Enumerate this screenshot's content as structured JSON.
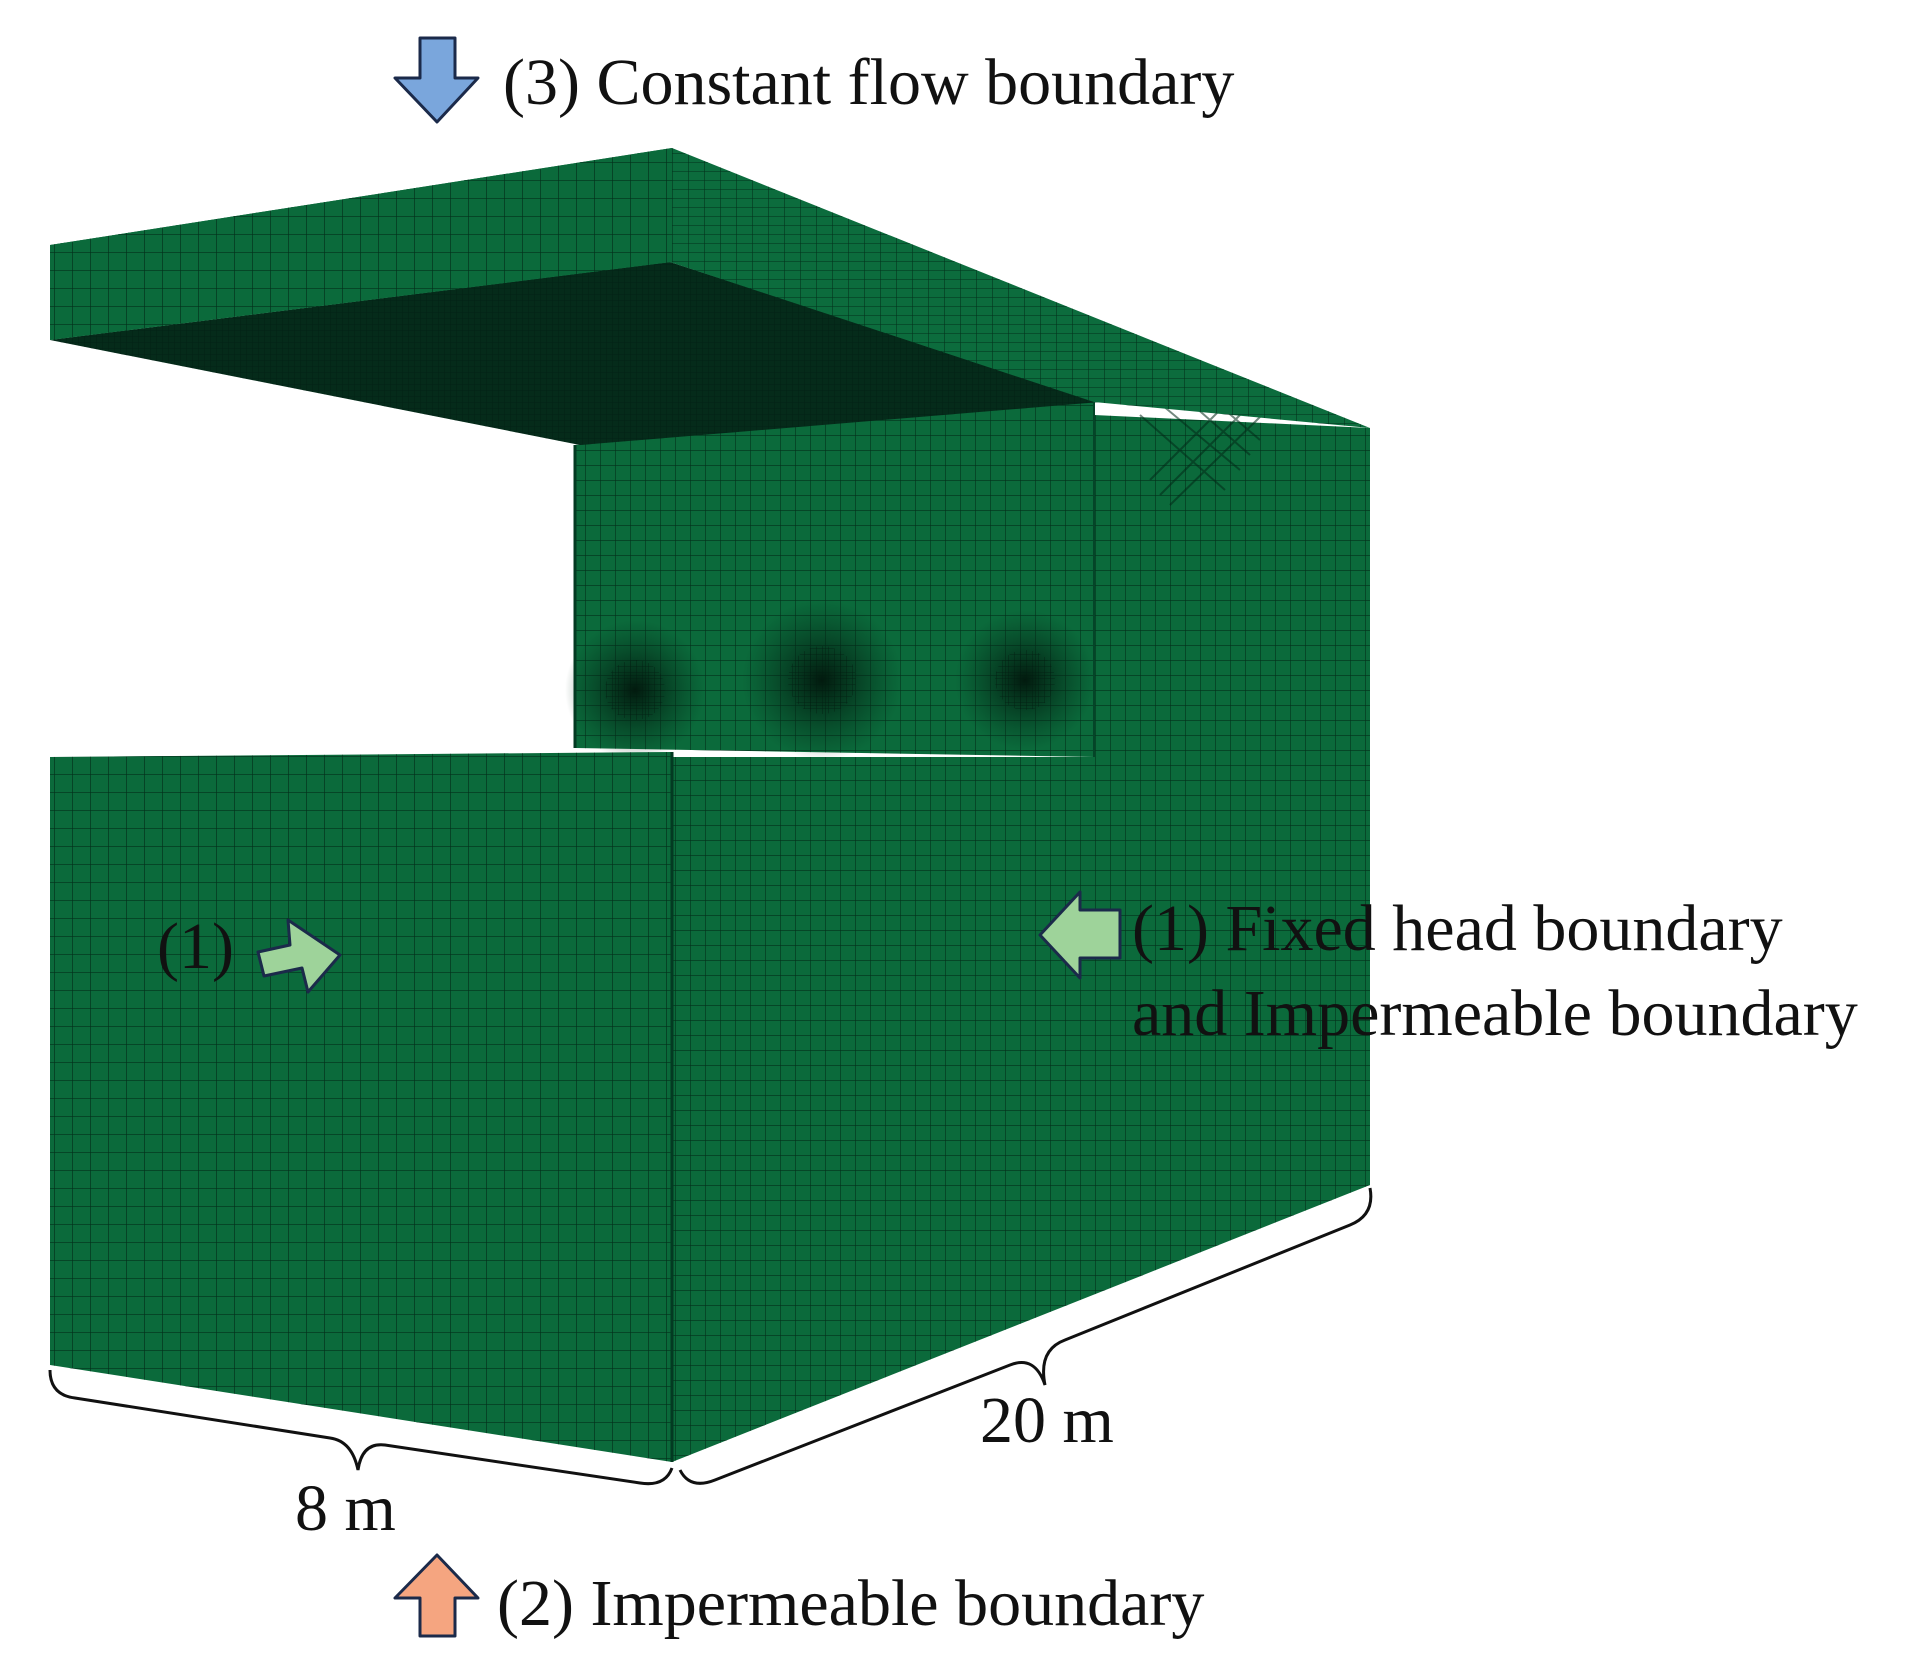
{
  "labels": {
    "top": "(3) Constant flow boundary",
    "bottom": "(2) Impermeable boundary",
    "left": "(1)",
    "right_line1": "(1) Fixed head boundary",
    "right_line2": "and Impermeable boundary"
  },
  "dimensions": {
    "width": "8 m",
    "length": "20 m"
  },
  "arrows": [
    {
      "name": "down-arrow",
      "color": "#7aa6dc"
    },
    {
      "name": "up-arrow",
      "color": "#f5a580"
    },
    {
      "name": "left-side-arrow",
      "color": "#9ed39a"
    },
    {
      "name": "right-side-arrow",
      "color": "#9ed39a"
    }
  ],
  "colors": {
    "mesh_face": "#0b6b3c",
    "mesh_top": "#0d7040",
    "mesh_dark": "#053220",
    "mesh_line": "#03301d",
    "arrow_outline": "#1b2a4a"
  }
}
